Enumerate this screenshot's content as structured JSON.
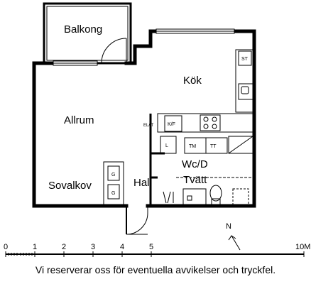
{
  "rooms": {
    "balcony": "Balkong",
    "kitchen": "Kök",
    "living": "Allrum",
    "sleeping_alcove": "Sovalkov",
    "hall": "Hall",
    "wc": "Wc/D",
    "laundry": "Tvätt"
  },
  "fixtures": {
    "stove_top": "ST",
    "fridge_freezer": "K/F",
    "electrical": "EL/IT",
    "closet_l": "L",
    "dryer": "TM",
    "tumble": "TT",
    "wardrobe_1": "G",
    "wardrobe_2": "G"
  },
  "compass": {
    "north": "N"
  },
  "scale": {
    "ticks": [
      "0",
      "1",
      "2",
      "3",
      "4",
      "5",
      "10M"
    ]
  },
  "disclaimer": "Vi reserverar oss för eventuella avvikelser och tryckfel."
}
